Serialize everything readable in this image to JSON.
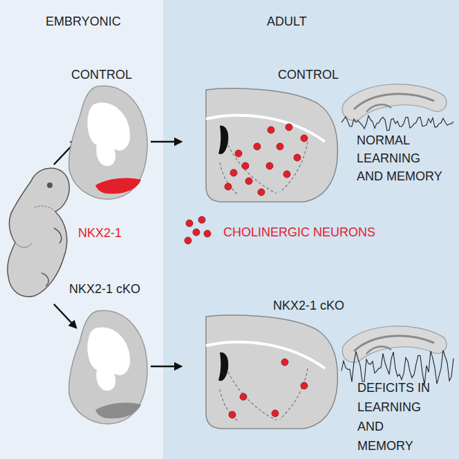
{
  "diagram": {
    "nodes": [
      {
        "text": [
          "EMBRYONIC"
        ]
      },
      {
        "text": [
          "ADULT"
        ]
      }
    ],
    "labels": [
      "CONTROL",
      "CONTROL",
      "NKX2-1",
      "NKX2-1 cKO",
      "NKX2-1 cKO",
      "NORMAL LEARNING AND MEMORY",
      "DEFICITS IN LEARNING AND MEMORY"
    ],
    "legend": [
      {
        "text": "CHOLINERGIC NEURONS"
      }
    ]
  }
}
